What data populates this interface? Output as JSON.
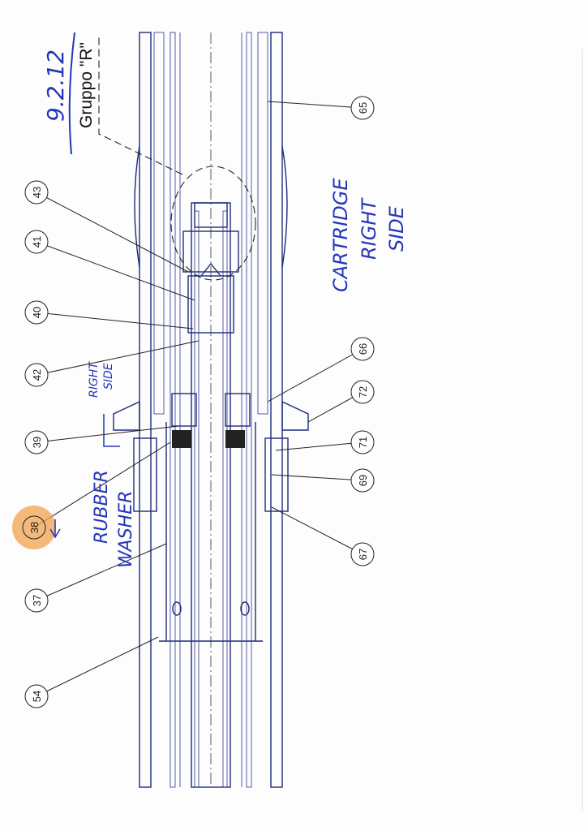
{
  "date": "9.2.12",
  "group_title": "Gruppo \"R\"",
  "notes": {
    "cartridge_line1": "CARTRIDGE",
    "cartridge_line2": "RIGHT",
    "cartridge_line3": "SIDE",
    "right_side_line1": "RIGHT",
    "right_side_line2": "SIDE",
    "rubber_line1": "RUBBER",
    "rubber_line2": "WASHER"
  },
  "callouts_left": [
    "43",
    "41",
    "40",
    "42",
    "39",
    "38",
    "37",
    "54"
  ],
  "callouts_right": [
    "65",
    "66",
    "72",
    "71",
    "69",
    "67"
  ],
  "highlighted_callout": "38",
  "colors": {
    "ink": "#1d2a7a",
    "handwriting": "#2536b8",
    "highlight": "#f0a04b"
  }
}
